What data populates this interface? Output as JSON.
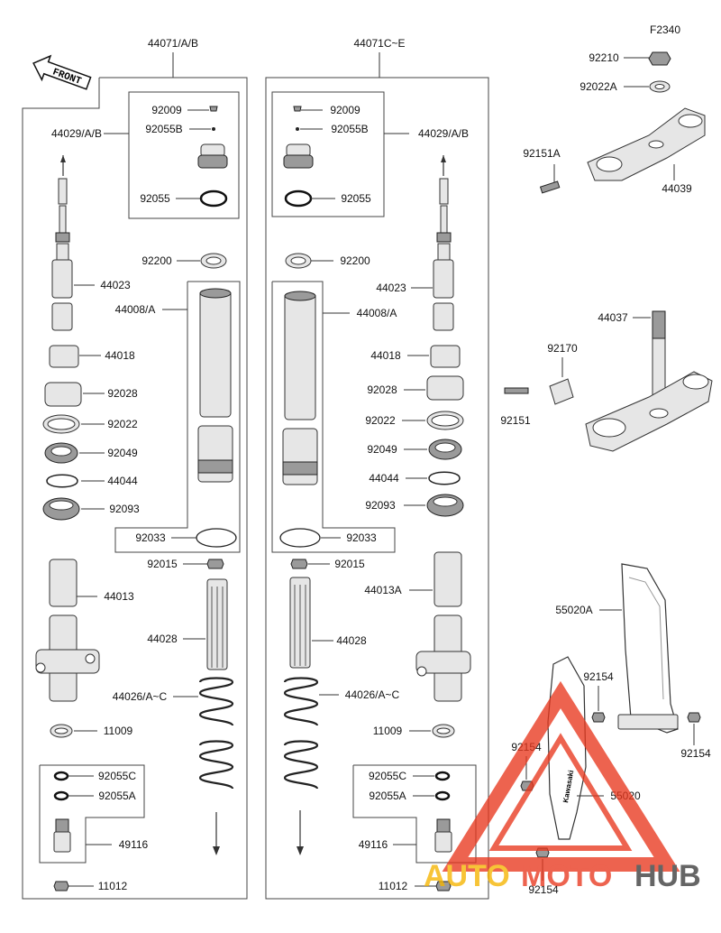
{
  "diagram_id": "F2340",
  "front_label": "FRONT",
  "groups": {
    "left_assembly": "44071/A/B",
    "right_assembly": "44071C~E"
  },
  "labels": {
    "l_44029": "44029/A/B",
    "l_92009": "92009",
    "l_92055B": "92055B",
    "l_92055": "92055",
    "l_92200": "92200",
    "l_44023": "44023",
    "l_44008": "44008/A",
    "l_44018": "44018",
    "l_92028": "92028",
    "l_92022": "92022",
    "l_92049": "92049",
    "l_44044": "44044",
    "l_92093": "92093",
    "l_92033": "92033",
    "l_92015": "92015",
    "l_44013": "44013",
    "l_44028": "44028",
    "l_44026": "44026/A~C",
    "l_11009": "11009",
    "l_92055C": "92055C",
    "l_92055A": "92055A",
    "l_49116": "49116",
    "l_11012": "11012",
    "r_92009": "92009",
    "r_92055B": "92055B",
    "r_44029": "44029/A/B",
    "r_92055": "92055",
    "r_92200": "92200",
    "r_44023": "44023",
    "r_44008": "44008/A",
    "r_44018": "44018",
    "r_92028": "92028",
    "r_92022": "92022",
    "r_92049": "92049",
    "r_44044": "44044",
    "r_92093": "92093",
    "r_92033": "92033",
    "r_92015": "92015",
    "r_44013A": "44013A",
    "r_44028": "44028",
    "r_44026": "44026/A~C",
    "r_11009": "11009",
    "r_92055C": "92055C",
    "r_92055A": "92055A",
    "r_49116": "49116",
    "r_11012": "11012",
    "c_92210": "92210",
    "c_92022A": "92022A",
    "c_92151A": "92151A",
    "c_44039": "44039",
    "c_44037": "44037",
    "c_92170": "92170",
    "c_92151": "92151",
    "g_55020A": "55020A",
    "g_92154_a": "92154",
    "g_92154_b": "92154",
    "g_92154_c": "92154",
    "g_55020": "55020",
    "g_92154_d": "92154"
  },
  "guard_brand": "Kawasaki",
  "watermark": {
    "word_1": "AUTO",
    "word_2": "MOTO",
    "word_3": "HUB",
    "color_1": "#f5b400",
    "color_2": "#e8381e",
    "color_3": "#3a3a3a"
  }
}
